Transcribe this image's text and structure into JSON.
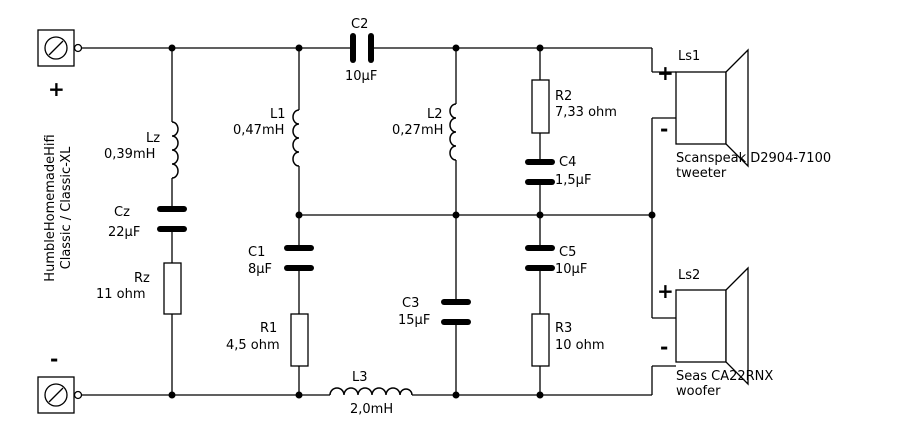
{
  "vertical_title": [
    "HumbleHomemadeHifi",
    "Classic / Classic-XL"
  ],
  "input": {
    "plus": "+",
    "minus": "-"
  },
  "components": {
    "Lz": {
      "ref": "Lz",
      "value": "0,39mH"
    },
    "Cz": {
      "ref": "Cz",
      "value": "22µF"
    },
    "Rz": {
      "ref": "Rz",
      "value": "11 ohm"
    },
    "C2": {
      "ref": "C2",
      "value": "10µF"
    },
    "L1": {
      "ref": "L1",
      "value": "0,47mH"
    },
    "C1": {
      "ref": "C1",
      "value": "8µF"
    },
    "R1": {
      "ref": "R1",
      "value": "4,5 ohm"
    },
    "L2": {
      "ref": "L2",
      "value": "0,27mH"
    },
    "C3": {
      "ref": "C3",
      "value": "15µF"
    },
    "R2": {
      "ref": "R2",
      "value": "7,33 ohm"
    },
    "C4": {
      "ref": "C4",
      "value": "1,5µF"
    },
    "C5": {
      "ref": "C5",
      "value": "10µF"
    },
    "R3": {
      "ref": "R3",
      "value": "10 ohm"
    },
    "L3": {
      "ref": "L3",
      "value": "2,0mH"
    }
  },
  "speakers": {
    "Ls1": {
      "ref": "Ls1",
      "model": "Scanspeak D2904-7100",
      "role": "tweeter",
      "plus": "+",
      "minus": "-"
    },
    "Ls2": {
      "ref": "Ls2",
      "model": "Seas CA22RNX",
      "role": "woofer",
      "plus": "+",
      "minus": "-"
    }
  }
}
